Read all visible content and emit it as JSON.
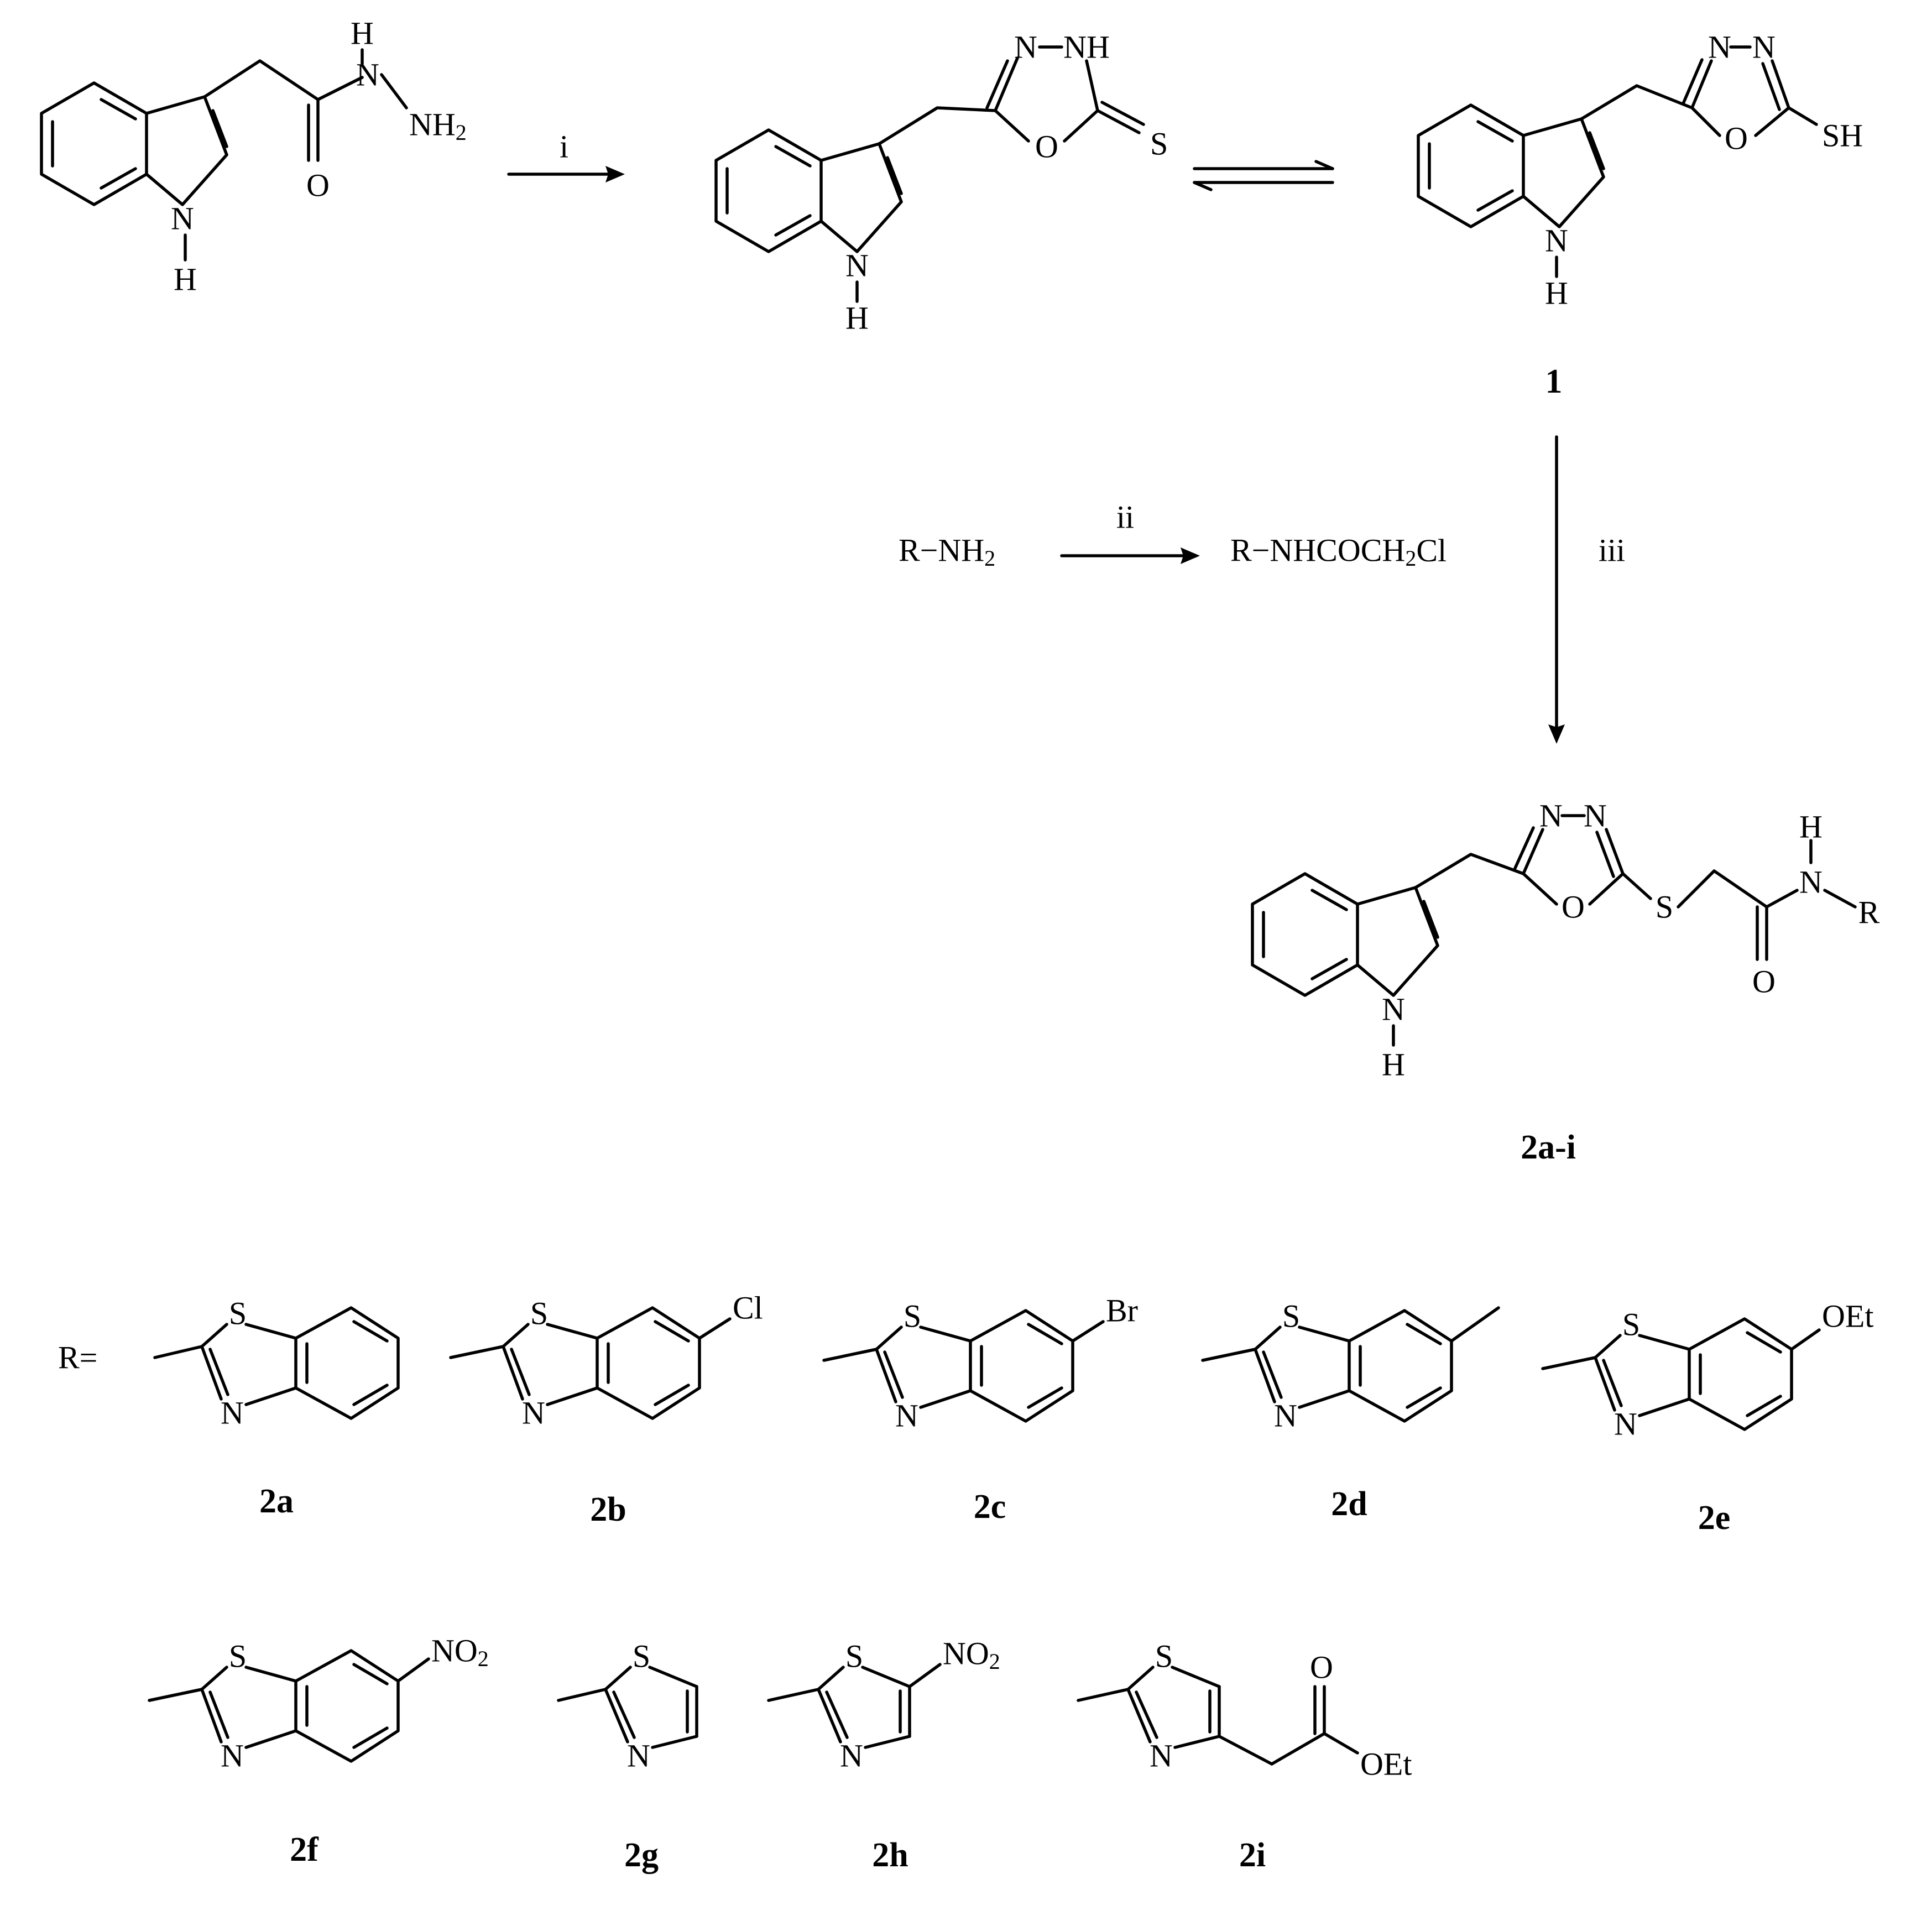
{
  "atoms": {
    "H": "H",
    "N": "N",
    "O": "O",
    "S": "S",
    "SH": "SH",
    "NH": "NH",
    "NH2": "NH2",
    "N_H": "N–H",
    "Cl": "Cl",
    "Br": "Br",
    "OEt": "OEt",
    "NO2": "NO2",
    "R": "R"
  },
  "conditions": {
    "i": "i",
    "ii": "ii",
    "iii": "iii"
  },
  "reagents": {
    "amine": "R−NH2",
    "chloroacetamide": "R−NHCOCH2Cl"
  },
  "r_prefix": "R=",
  "compounds": {
    "c1": "1",
    "c2": "2a-i",
    "c2a": "2a",
    "c2b": "2b",
    "c2c": "2c",
    "c2d": "2d",
    "c2e": "2e",
    "c2f": "2f",
    "c2g": "2g",
    "c2h": "2h",
    "c2i": "2i"
  }
}
